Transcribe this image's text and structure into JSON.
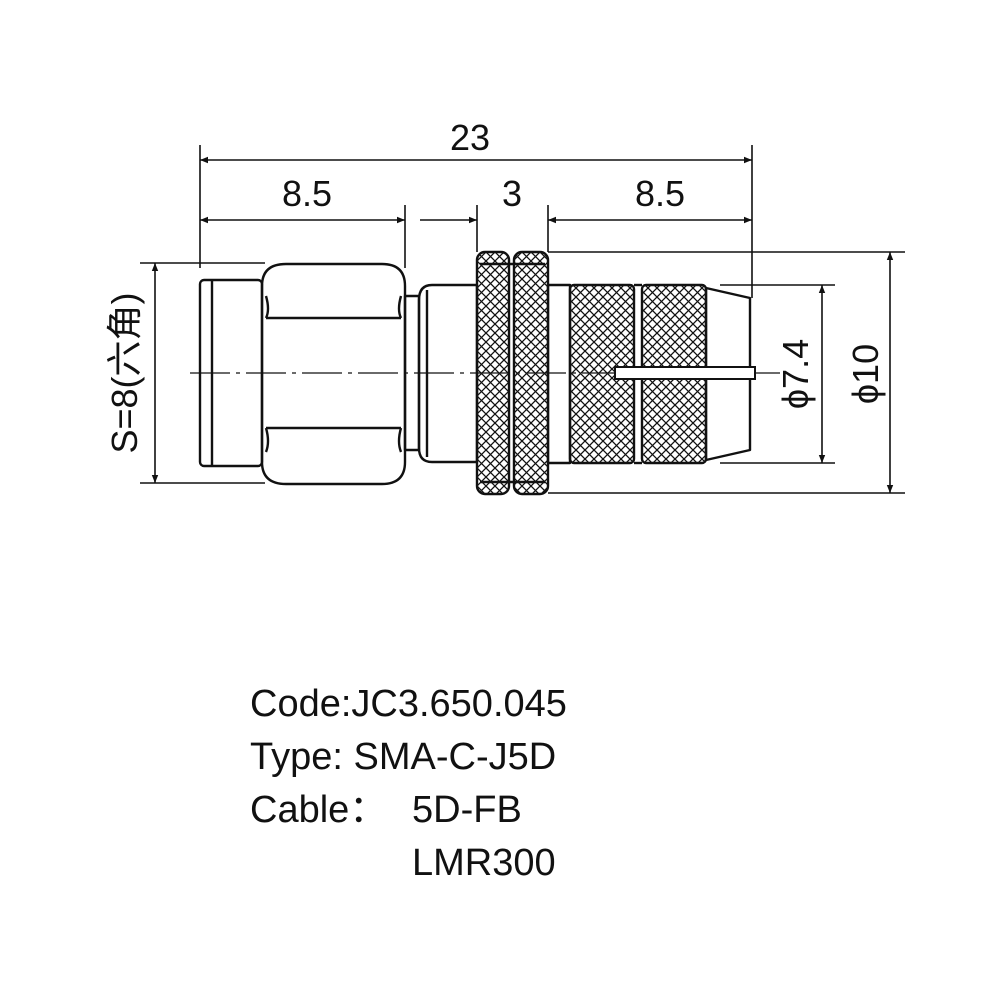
{
  "drawing": {
    "dimensions": {
      "overall_length": "23",
      "hex_length": "8.5",
      "ring_length": "3",
      "knurl_length": "8.5",
      "hex_size": "S=8(六角)",
      "inner_diameter": "ϕ7.4",
      "outer_diameter": "ϕ10"
    }
  },
  "specs": {
    "code_label": "Code:",
    "code_value": "JC3.650.045",
    "type_label": "Type:",
    "type_value": "SMA-C-J5D",
    "cable_label": "Cable：",
    "cable_values": [
      "5D-FB",
      "LMR300"
    ]
  }
}
